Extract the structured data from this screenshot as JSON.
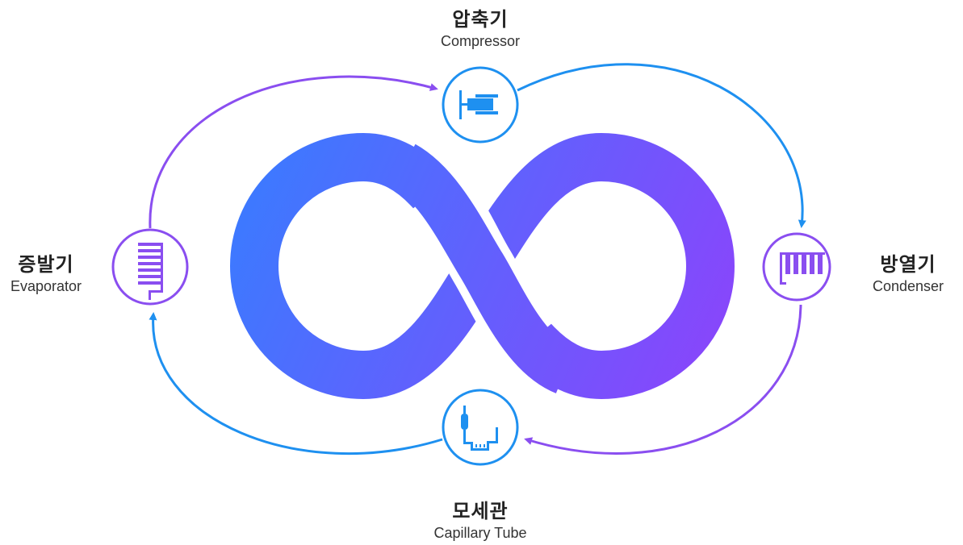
{
  "colors": {
    "blue": "#1e90f0",
    "purple": "#8a4ef0",
    "gradient_start": "#3a7bff",
    "gradient_end": "#8b44fb"
  },
  "nodes": {
    "compressor": {
      "ko": "압축기",
      "en": "Compressor",
      "icon": "compressor-icon"
    },
    "condenser": {
      "ko": "방열기",
      "en": "Condenser",
      "icon": "condenser-icon"
    },
    "capillary": {
      "ko": "모세관",
      "en": "Capillary Tube",
      "icon": "capillary-tube-icon"
    },
    "evaporator": {
      "ko": "증발기",
      "en": "Evaporator",
      "icon": "evaporator-icon"
    }
  }
}
